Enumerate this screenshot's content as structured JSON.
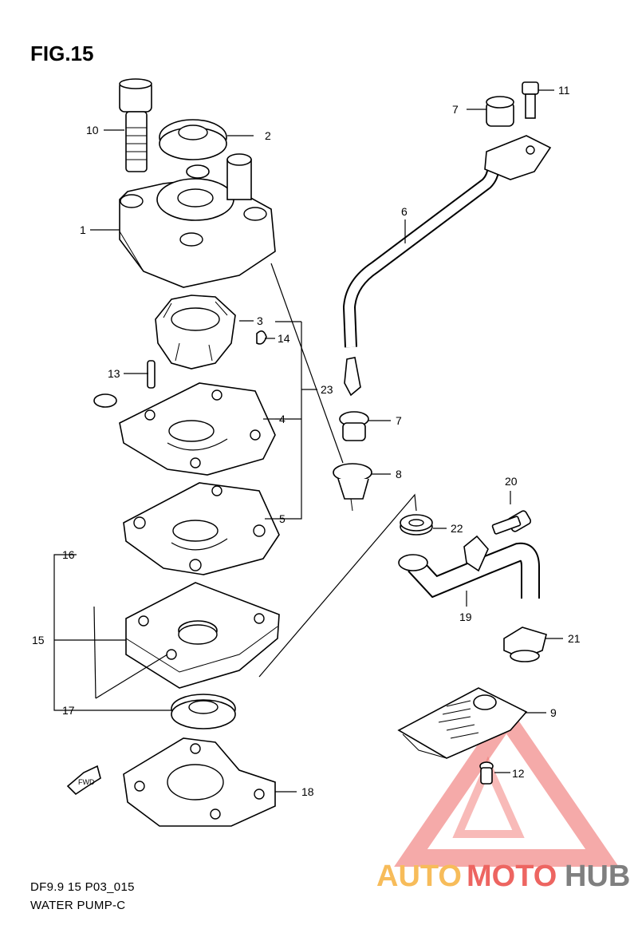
{
  "figure": {
    "title": "FIG.15",
    "code": "DF9.9 15 P03_015",
    "name": "WATER PUMP-C"
  },
  "callouts": [
    "1",
    "2",
    "3",
    "4",
    "5",
    "6",
    "7",
    "7",
    "8",
    "9",
    "10",
    "11",
    "12",
    "13",
    "14",
    "15",
    "16",
    "17",
    "18",
    "19",
    "20",
    "21",
    "22",
    "23"
  ],
  "fwd_label": "FWD",
  "watermark": {
    "text_part1": "AUTO",
    "text_part2": "MOTO",
    "text_part3": "HUB",
    "color_orange": "#f5a623",
    "color_red": "#e8322d",
    "color_gray": "#555555"
  }
}
